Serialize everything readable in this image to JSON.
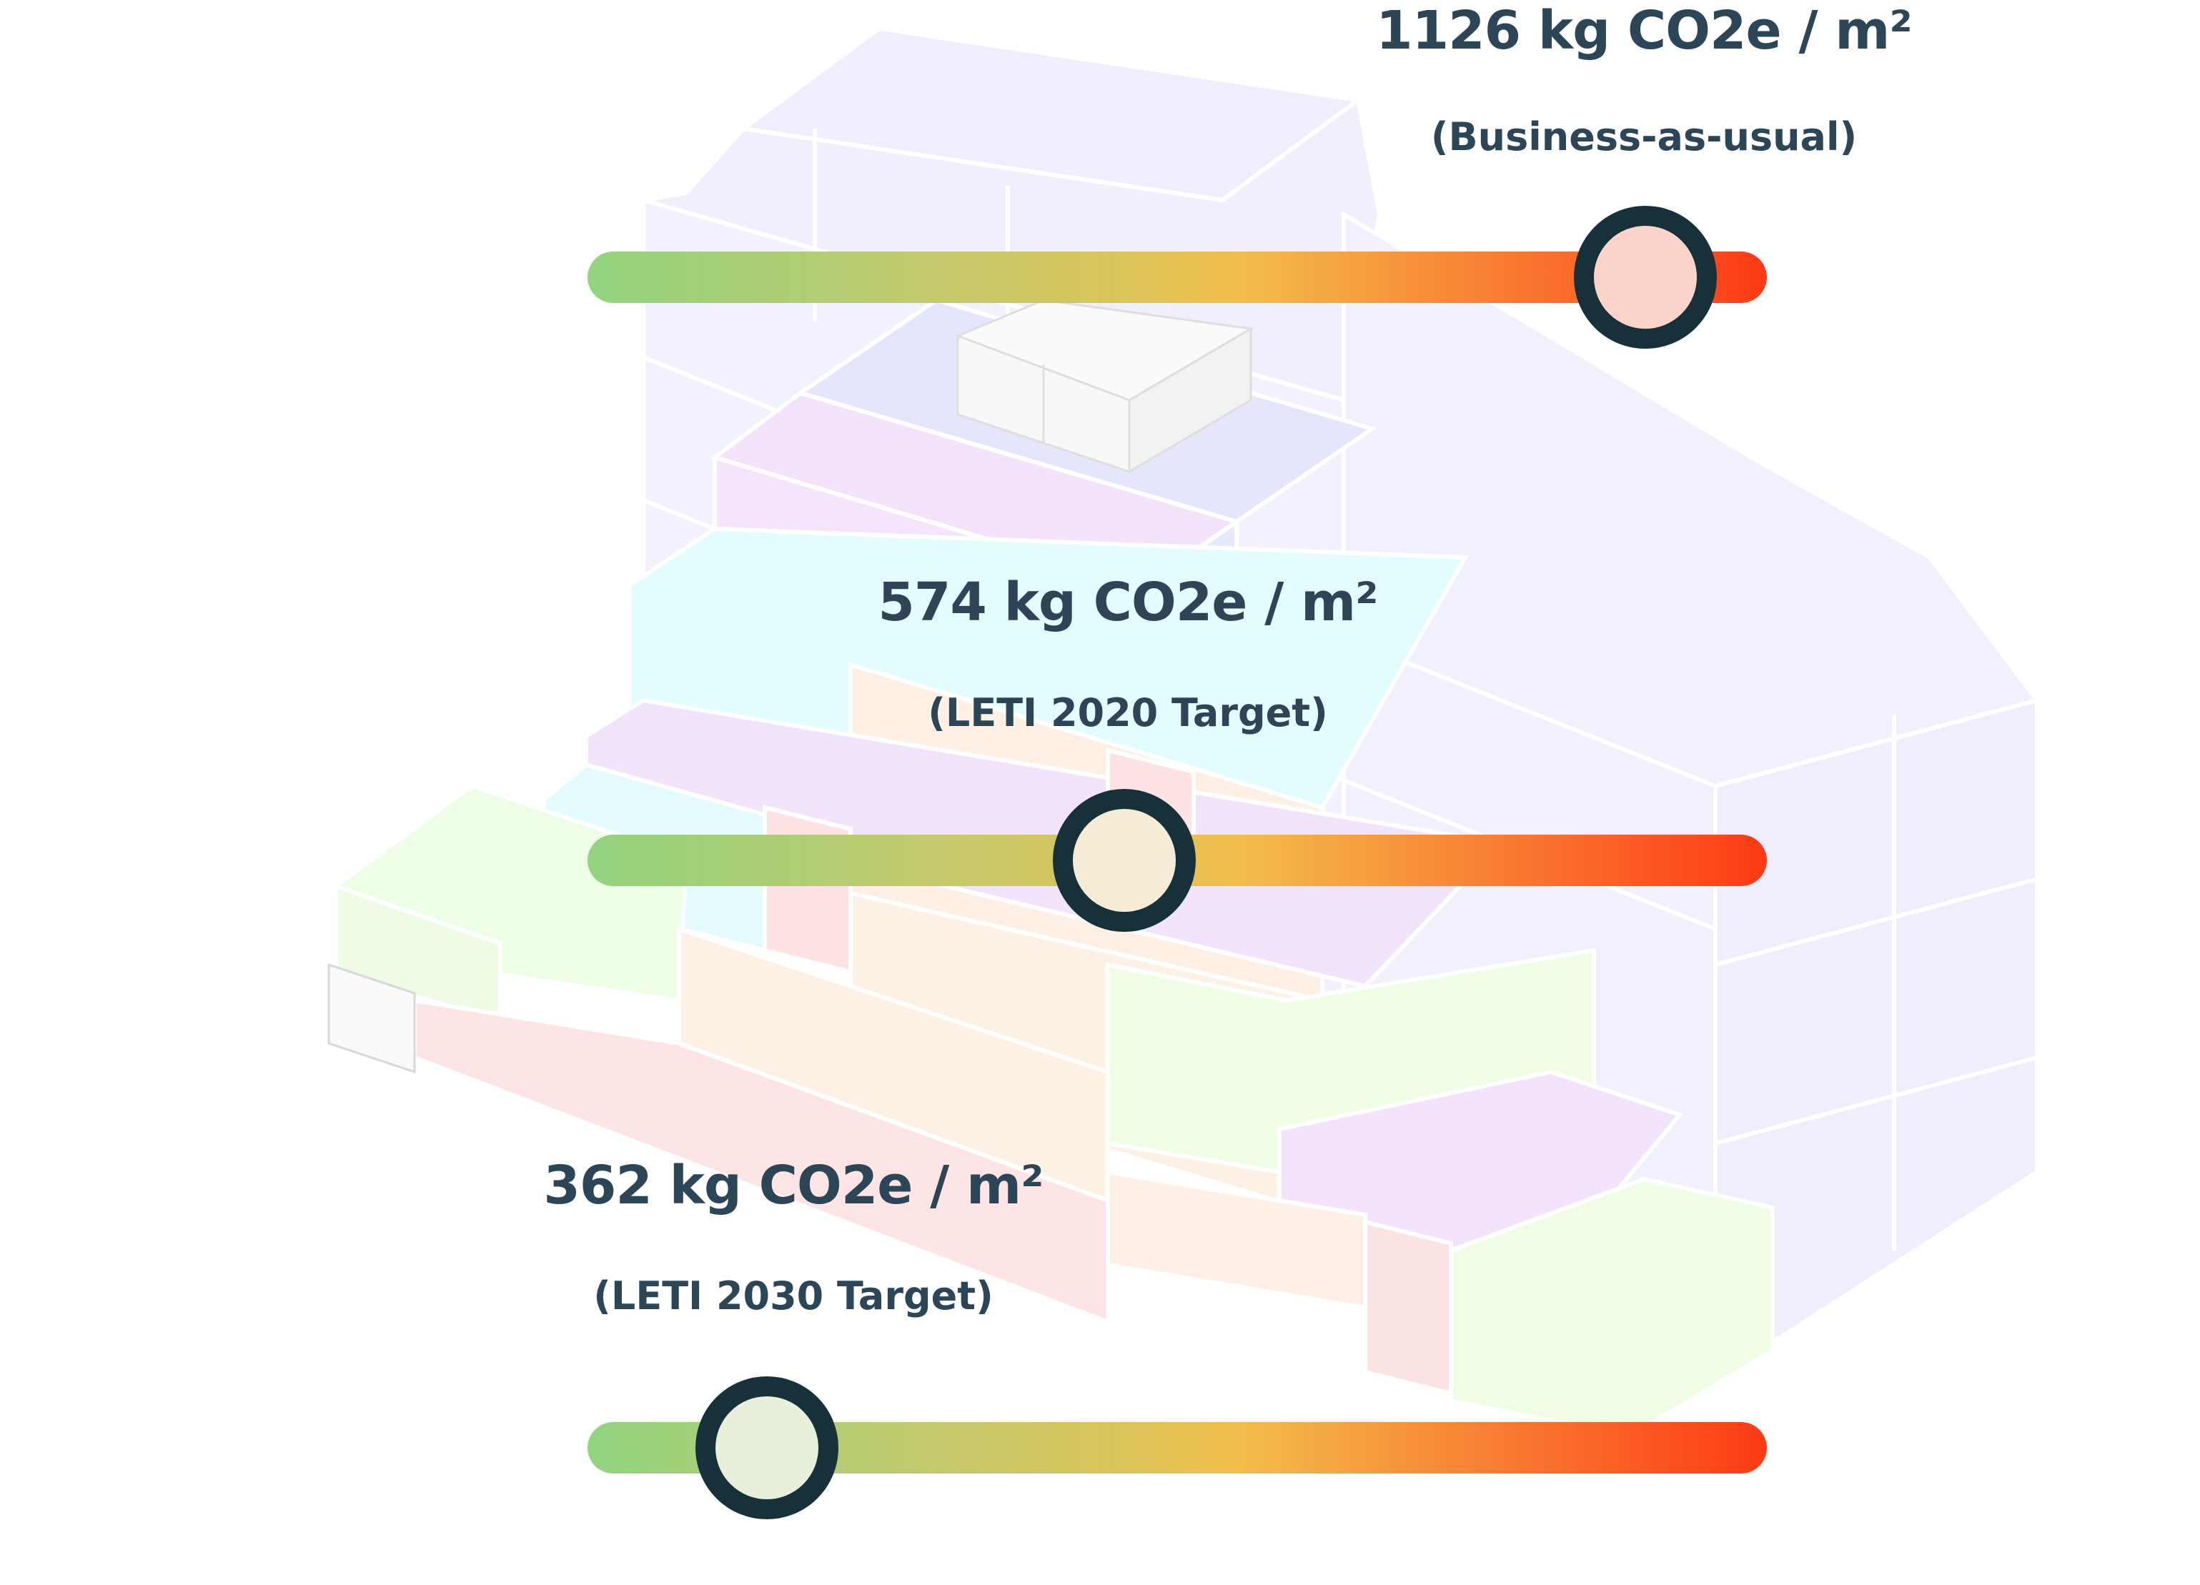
{
  "sliders": [
    {
      "value_label": "1126 kg CO2e / m²",
      "caption": "(Business-as-usual)",
      "level": 0.897,
      "knob_fill": "#fbd3c9"
    },
    {
      "value_label": "574 kg CO2e / m²",
      "caption": "(LETI 2020 Target)",
      "level": 0.455,
      "knob_fill": "#f6ecd6"
    },
    {
      "value_label": "362 kg CO2e / m²",
      "caption": "(LETI 2030 Target)",
      "level": 0.152,
      "knob_fill": "#e8f0dc"
    }
  ],
  "colors": {
    "text": "#2c4657",
    "knob_ring": "#16313a",
    "gradient_start": "#92d47f",
    "gradient_mid": "#f2be4c",
    "gradient_end": "#fc3a14"
  }
}
